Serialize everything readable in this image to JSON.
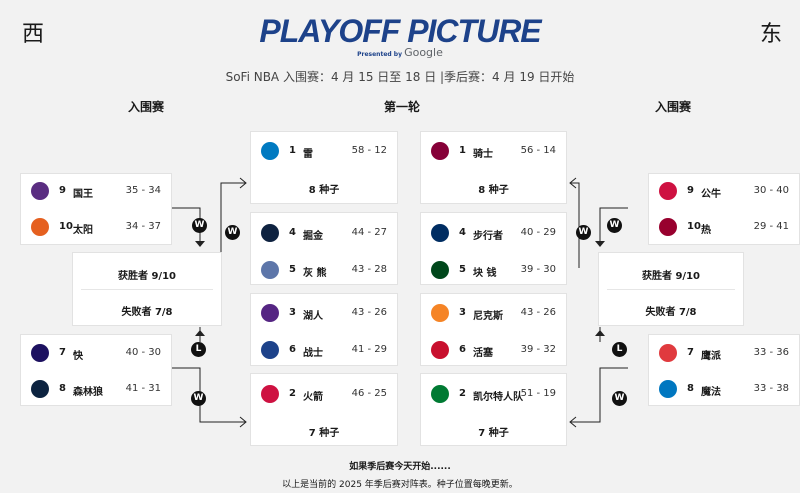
{
  "header": {
    "west": "西",
    "east": "东",
    "logo_title": "PLAYOFF PICTURE",
    "logo_presented": "Presented by",
    "logo_sponsor": "Google",
    "subtitle": "SoFi NBA 入围赛：4 月 15 日至 18 日 |季后赛：4 月 19 日开始"
  },
  "sections": {
    "west_playin": "入围赛",
    "first_round": "第一轮",
    "east_playin": "入围赛"
  },
  "colors": {
    "page_bg": "#f2f2f2",
    "card_bg": "#ffffff",
    "brand_blue": "#1d428a",
    "badge": "#111111"
  },
  "west_playin": {
    "top": [
      {
        "seed": "9",
        "name": "国王",
        "record": "35 - 34",
        "logo": "kings-logo-icon",
        "color": "#5a2d81"
      },
      {
        "seed": "10",
        "name": "太阳",
        "record": "34 - 37",
        "logo": "suns-logo-icon",
        "color": "#e56020"
      }
    ],
    "winner_label": "获胜者 9/10",
    "loser_label": "失败者 7/8",
    "bottom": [
      {
        "seed": "7",
        "name": "快",
        "record": "40 - 30",
        "logo": "clippers-logo-icon",
        "color": "#1d1160"
      },
      {
        "seed": "8",
        "name": "森林狼",
        "record": "41 - 31",
        "logo": "timberwolves-logo-icon",
        "color": "#0c2340"
      }
    ]
  },
  "east_playin": {
    "top": [
      {
        "seed": "9",
        "name": "公牛",
        "record": "30 - 40",
        "logo": "bulls-logo-icon",
        "color": "#ce1141"
      },
      {
        "seed": "10",
        "name": "热",
        "record": "29 - 41",
        "logo": "heat-logo-icon",
        "color": "#98002e"
      }
    ],
    "winner_label": "获胜者 9/10",
    "loser_label": "失败者 7/8",
    "bottom": [
      {
        "seed": "7",
        "name": "鹰派",
        "record": "33 - 36",
        "logo": "hawks-logo-icon",
        "color": "#e03a3e"
      },
      {
        "seed": "8",
        "name": "魔法",
        "record": "33 - 38",
        "logo": "magic-logo-icon",
        "color": "#0077c0"
      }
    ]
  },
  "west_first_round": [
    {
      "a": {
        "seed": "1",
        "name": "雷",
        "record": "58 - 12",
        "logo": "thunder-logo-icon",
        "color": "#007ac1"
      },
      "b_label": "8 种子"
    },
    {
      "a": {
        "seed": "4",
        "name": "掘金",
        "record": "44 - 27",
        "logo": "nuggets-logo-icon",
        "color": "#0e2240"
      },
      "b": {
        "seed": "5",
        "name": "灰 熊",
        "record": "43 - 28",
        "logo": "grizzlies-logo-icon",
        "color": "#5d76a9"
      }
    },
    {
      "a": {
        "seed": "3",
        "name": "湖人",
        "record": "43 - 26",
        "logo": "lakers-logo-icon",
        "color": "#552583"
      },
      "b": {
        "seed": "6",
        "name": "战士",
        "record": "41 - 29",
        "logo": "warriors-logo-icon",
        "color": "#1d428a"
      }
    },
    {
      "a": {
        "seed": "2",
        "name": "火箭",
        "record": "46 - 25",
        "logo": "rockets-logo-icon",
        "color": "#ce1141"
      },
      "b_label": "7 种子"
    }
  ],
  "east_first_round": [
    {
      "a": {
        "seed": "1",
        "name": "骑士",
        "record": "56 - 14",
        "logo": "cavaliers-logo-icon",
        "color": "#860038"
      },
      "b_label": "8 种子"
    },
    {
      "a": {
        "seed": "4",
        "name": "步行者",
        "record": "40 - 29",
        "logo": "pacers-logo-icon",
        "color": "#002d62"
      },
      "b": {
        "seed": "5",
        "name": "块 钱",
        "record": "39 - 30",
        "logo": "bucks-logo-icon",
        "color": "#00471b"
      }
    },
    {
      "a": {
        "seed": "3",
        "name": "尼克斯",
        "record": "43 - 26",
        "logo": "knicks-logo-icon",
        "color": "#f58426"
      },
      "b": {
        "seed": "6",
        "name": "活塞",
        "record": "39 - 32",
        "logo": "pistons-logo-icon",
        "color": "#c8102e"
      }
    },
    {
      "a": {
        "seed": "2",
        "name": "凯尔特人队",
        "record": "51 - 19",
        "logo": "celtics-logo-icon",
        "color": "#007a33"
      },
      "b_label": "7 种子"
    }
  ],
  "badges": {
    "win": "W",
    "lose": "L"
  },
  "footer": {
    "line1": "如果季后赛今天开始......",
    "line2": "以上是当前的 2025 年季后赛对阵表。种子位置每晚更新。"
  }
}
